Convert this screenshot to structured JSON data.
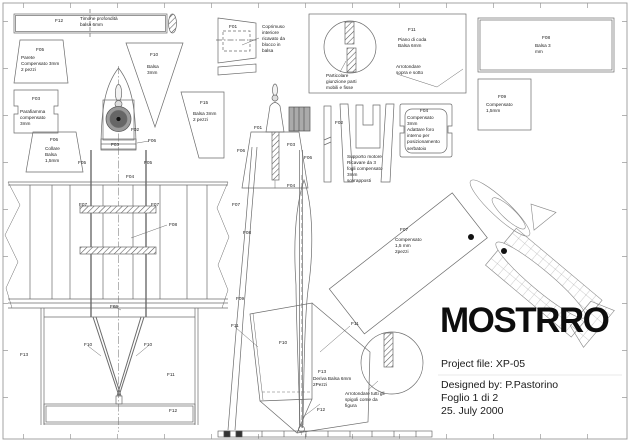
{
  "title_block": {
    "title": "MOSTRRO",
    "project_file": "Project file: XP-05",
    "designed_by": "Designed by: P.Pastorino",
    "sheet": "Foglio 1 di 2",
    "date": "25. July 2000"
  },
  "parts": {
    "f12": {
      "num": "F12",
      "desc": "Timone profondità\nbalsa 6mm"
    },
    "f05": {
      "num": "F05",
      "desc": "Parete\nCompensato 3mm\n2 pezzi"
    },
    "f03": {
      "num": "F03",
      "desc": "Parafiamma\ncompensato\n3mm"
    },
    "f06": {
      "num": "F06",
      "desc": "Collare\nBalsa\n1,5mm"
    },
    "f10": {
      "num": "F10",
      "desc": "Balsa\n3mm"
    },
    "f15": {
      "num": "F15",
      "desc": "Balsa 3mm\n2 pezzi"
    },
    "f01": {
      "num": "F01",
      "desc": "Coprimuso\ninteriore\nricavato da\nblocco in\nbalsa"
    },
    "f08": {
      "num": "F08",
      "desc": "Balsa 3\nmm"
    },
    "f09": {
      "num": "F09",
      "desc": "Compensato\n1,5mm"
    },
    "f04": {
      "num": "F04",
      "desc": "Compensato\n3mm\nAdattare foro\ninterno per\nposizionamento\nserbatoio"
    },
    "f07": {
      "num": "F07",
      "desc": "Compensato\n1,5 mm\n2pezzi"
    },
    "f13": {
      "num": "F13",
      "desc": "Deriva Balsa 6mm\n2Pezzi"
    }
  },
  "notes": {
    "joint_detail": "Particolare\ngiunzione parti\nmobili e fisse",
    "tailplane_num": "F11",
    "tailplane_desc": "Piano di coda\nBalsa 6mm",
    "round_top_bottom": "Arrotondare\nsopra e sotto",
    "motor_support": "Supporto motore\nRicavare da 3\nfogli compensato\n3mm\nsovrapposti",
    "round_edges": "Arrotondare tutti gli\nspigoli come da\nfigura"
  },
  "refs": [
    "F02",
    "F03",
    "F06",
    "F05",
    "F05",
    "F04",
    "F07",
    "F07",
    "F08",
    "F09",
    "F13",
    "F10",
    "F10",
    "F11",
    "F12",
    "F01",
    "F03",
    "F06",
    "F02",
    "F06",
    "F04",
    "F07",
    "F08",
    "F09",
    "F11",
    "F10",
    "F11",
    "F12"
  ]
}
